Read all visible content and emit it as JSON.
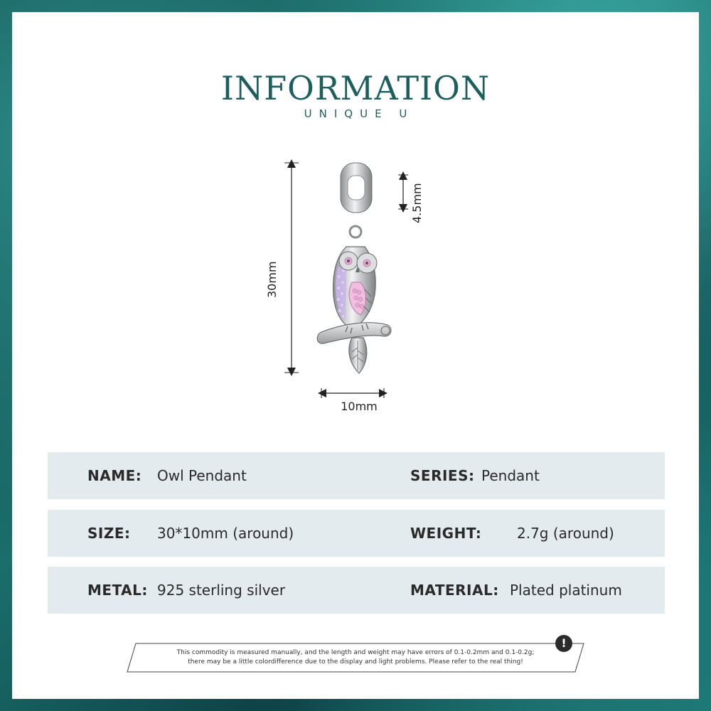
{
  "header": {
    "title": "INFORMATION",
    "subtitle": "UNIQUE U"
  },
  "dimensions": {
    "height": "30mm",
    "width": "10mm",
    "bail": "4.5mm"
  },
  "specs": [
    {
      "label": "NAME:",
      "value": "Owl Pendant"
    },
    {
      "label": "SERIES:",
      "value": "Pendant"
    },
    {
      "label": "SIZE:",
      "value": "30*10mm (around)"
    },
    {
      "label": "WEIGHT:",
      "value": "2.7g (around)"
    },
    {
      "label": "METAL:",
      "value": "925 sterling silver"
    },
    {
      "label": "MATERIAL:",
      "value": "Plated platinum"
    }
  ],
  "notice": {
    "line1": "This commodity is measured manually, and the length and weight may have errors of 0.1-0.2mm and 0.1-0.2g;",
    "line2": "there may be a little colordifference due to the display and light problems. Please refer to the real thing!",
    "icon": "exclamation-icon"
  },
  "colors": {
    "accent": "#1d5e5f",
    "row_bg": "#e4ebef",
    "gem_pink": "#e7a8d4",
    "gem_lilac": "#c9b6ea"
  }
}
